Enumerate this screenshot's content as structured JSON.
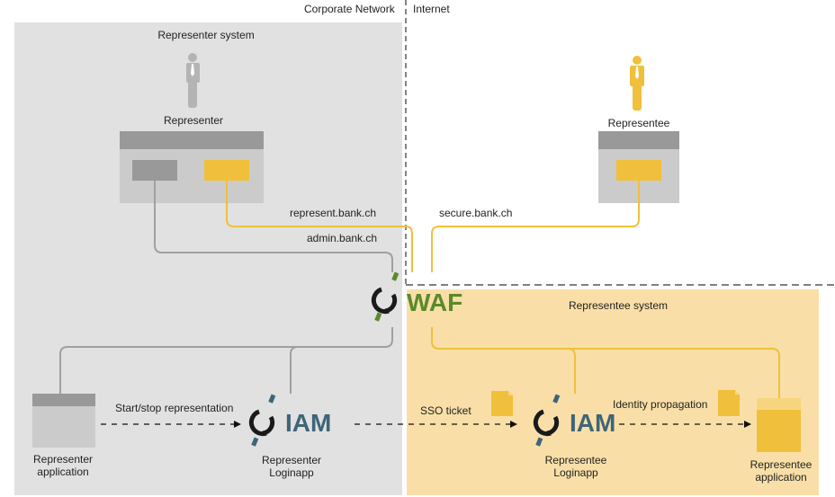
{
  "zones": {
    "corporate_network_label": "Corporate Network",
    "internet_label": "Internet",
    "representer_system_label": "Representer system",
    "representee_system_label": "Representee system"
  },
  "actors": {
    "representer": {
      "label": "Representer",
      "icon": "person-icon",
      "color": "#b4b4b4"
    },
    "representee": {
      "label": "Representee",
      "icon": "person-icon",
      "color": "#f0c03c"
    }
  },
  "connections": {
    "represent_domain": "represent.bank.ch",
    "admin_domain": "admin.bank.ch",
    "secure_domain": "secure.bank.ch",
    "start_stop": "Start/stop representation",
    "sso_ticket": "SSO ticket",
    "identity_propagation": "Identity propagation"
  },
  "gateway": {
    "waf_label": "WAF",
    "waf_color": "#5a8a2a"
  },
  "iam": {
    "label": "IAM",
    "color": "#3f6478",
    "representer_loginapp": [
      "Representer",
      "Loginapp"
    ],
    "representee_loginapp": [
      "Representee",
      "Loginapp"
    ]
  },
  "applications": {
    "representer_app": [
      "Representer",
      "application"
    ],
    "representee_app": [
      "Representee",
      "application"
    ]
  },
  "colors": {
    "gray_zone": "#e1e1e1",
    "peach_zone": "#f9dfa7",
    "yellow_accent": "#f0c03c",
    "gray_line": "#a0a0a0"
  }
}
